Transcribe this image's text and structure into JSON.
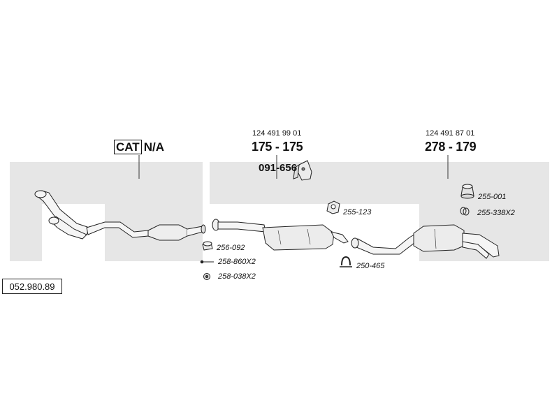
{
  "catalog_ref": "052.980.89",
  "cat_label": "CAT",
  "cat_status": "N/A",
  "front_section": {
    "oem_number": "124 491 99 01",
    "part_number": "175 - 175",
    "hanger_part": "091-656"
  },
  "rear_section": {
    "oem_number": "124 491 87 01",
    "part_number": "278 - 179"
  },
  "fitting_parts": [
    {
      "id": "256-092"
    },
    {
      "id": "258-860X2"
    },
    {
      "id": "258-038X2"
    },
    {
      "id": "255-123"
    },
    {
      "id": "250-465"
    },
    {
      "id": "255-001"
    },
    {
      "id": "255-338X2"
    }
  ],
  "colors": {
    "watermark": "#e6e6e6",
    "part_fill": "#f2f2f2",
    "line": "#222222"
  }
}
